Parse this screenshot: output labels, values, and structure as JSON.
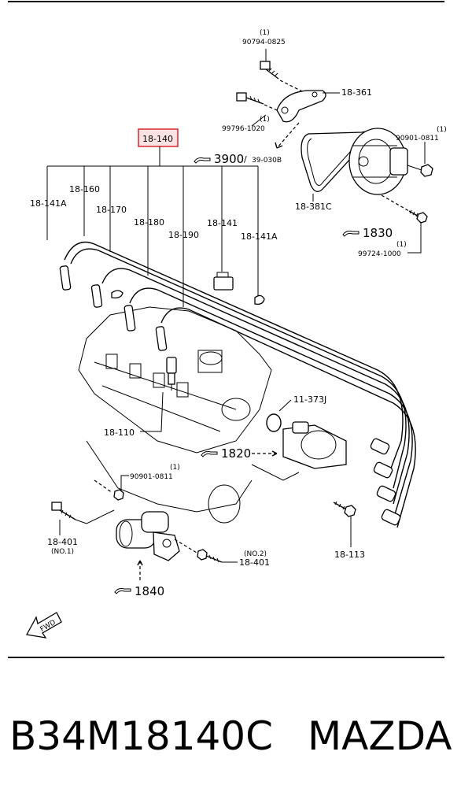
{
  "labels": {
    "highlighted": "18-140",
    "b90794": "90794-0825",
    "b90794_qty": "(1)",
    "p18361": "18-361",
    "b99796_qty": "(1)",
    "b99796": "99796-1020",
    "ref3900": "3900",
    "ref39030": "39-030B",
    "b90901a_qty": "(1)",
    "b90901a": "90901-0811",
    "p18381c": "18-381C",
    "ref1830": "1830",
    "b99724_qty": "(1)",
    "b99724": "99724-1000",
    "p18141a_l": "18-141A",
    "p18160": "18-160",
    "p18170": "18-170",
    "p18180": "18-180",
    "p18190": "18-190",
    "p18141": "18-141",
    "p18141a_r": "18-141A",
    "p11373j": "11-373J",
    "p18110": "18-110",
    "ref1820": "1820",
    "b90901b_qty": "(1)",
    "b90901b": "90901-0811",
    "p18401a": "18-401",
    "p18401a_no": "(NO.1)",
    "p18401b_no": "(NO.2)",
    "p18401b": "18-401",
    "p18113": "18-113",
    "ref1840": "1840",
    "fwd": "FWD"
  },
  "caption": {
    "part_number": "B34M18140C",
    "brand": "MAZDA"
  },
  "colors": {
    "highlight": "#d9262f",
    "highlight_fill": "#fbe3e4",
    "ink": "#000000"
  }
}
